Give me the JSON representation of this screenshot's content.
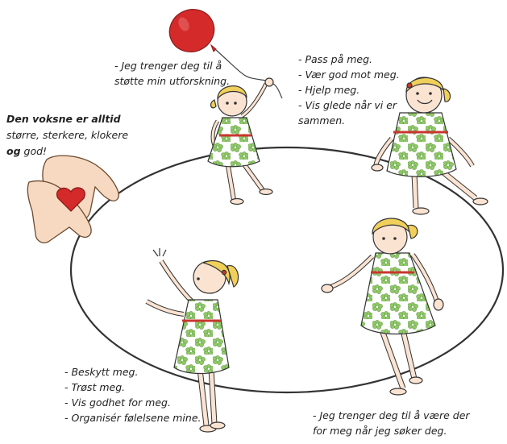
{
  "labels": {
    "explore": [
      "- Jeg trenger deg til å",
      "støtte min utforskning."
    ],
    "care": [
      "- Pass på meg.",
      "- Vær god mot meg.",
      "- Hjelp meg.",
      "- Vis glede når vi er",
      "sammen."
    ],
    "adult": {
      "title": "Den voksne er alltid",
      "line2": "større, sterkere, klokere",
      "og": "og",
      "good": " god!"
    },
    "protect": [
      "- Beskytt meg.",
      "- Trøst meg.",
      "- Vis godhet for meg.",
      "- Organisér følelsene mine."
    ],
    "return": [
      "- Jeg trenger deg til å være der",
      "for meg når jeg søker deg."
    ]
  },
  "colors": {
    "heart": "#d42a2a",
    "balloon": "#d42a2a",
    "dress_flower": "#8fc96a",
    "dress_band": "#c8362f",
    "hair": "#f0cf5a",
    "skin": "#fbe3d2",
    "outline": "#333333"
  },
  "icons": [
    "balloon-icon",
    "hands-heart-icon"
  ]
}
